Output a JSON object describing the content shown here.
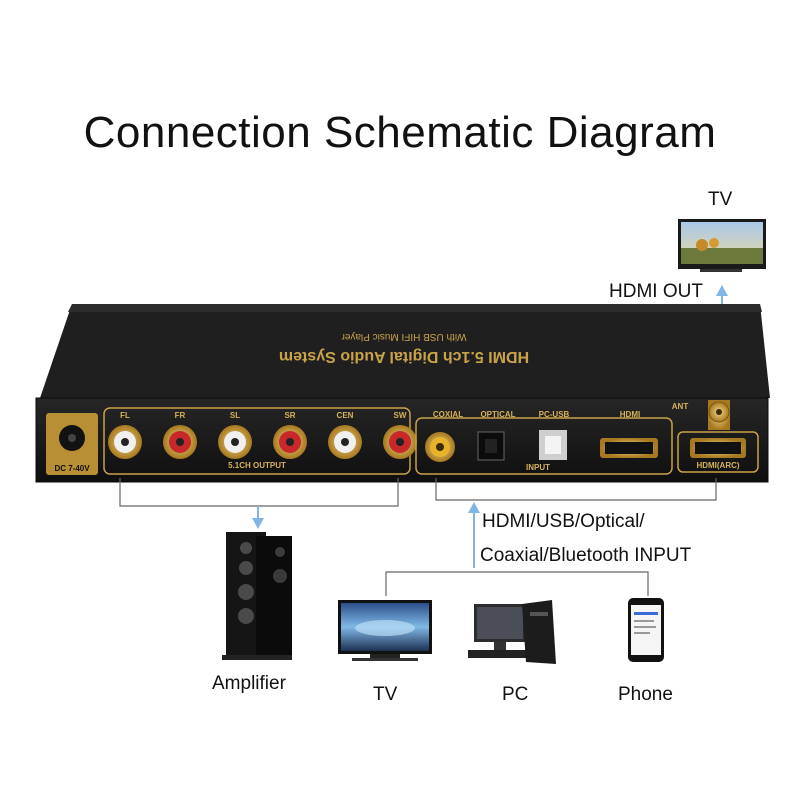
{
  "title": "Connection Schematic Diagram",
  "tv_top_label": "TV",
  "hdmi_out_label": "HDMI OUT",
  "device": {
    "brand_line": "HDMI 5.1ch Digital Audio System",
    "sub_line": "With USB HIFI Music Player",
    "ant_label": "ANT",
    "dc_label": "DC 7-40V",
    "output_channels": [
      "FL",
      "FR",
      "SL",
      "SR",
      "CEN",
      "SW"
    ],
    "output_group_label": "5.1CH OUTPUT",
    "input_ports": [
      "COXIAL",
      "OPTICAL",
      "PC-USB",
      "HDMI"
    ],
    "input_group_label": "INPUT",
    "arc_label": "HDMI(ARC)"
  },
  "input_sources_line1": "HDMI/USB/Optical/",
  "input_sources_line2": "Coaxial/Bluetooth INPUT",
  "bottom_labels": {
    "amplifier": "Amplifier",
    "tv": "TV",
    "pc": "PC",
    "phone": "Phone"
  },
  "colors": {
    "device_body": "#1b1b1b",
    "gold_trim": "#c9a24a",
    "arrow": "#7fb6e6",
    "rca_white": "#f0f0f0",
    "rca_red": "#c8282a",
    "rca_yellow": "#e6b32b"
  }
}
